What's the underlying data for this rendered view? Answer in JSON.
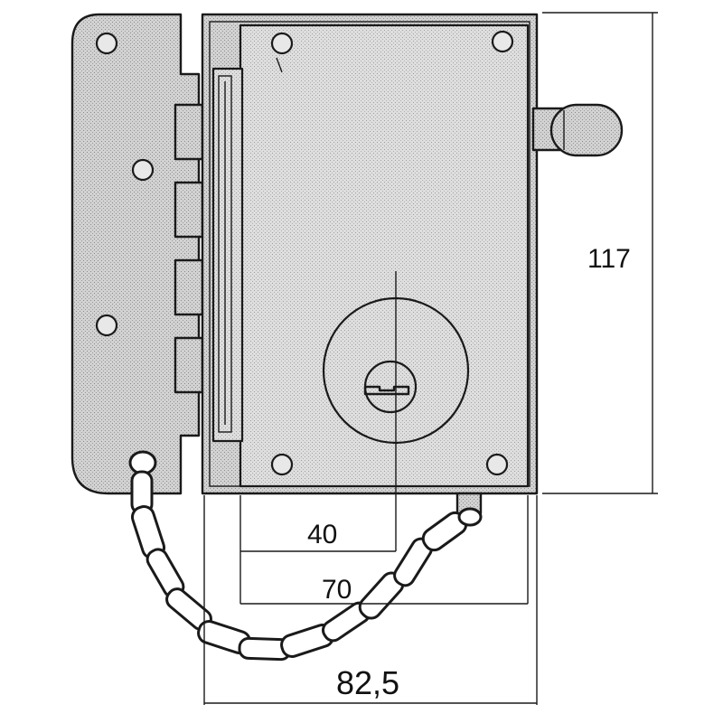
{
  "dimensions": {
    "height_label": "117",
    "cylinder_offset_label": "40",
    "backset_label": "70",
    "overall_width_label": "82,5"
  }
}
